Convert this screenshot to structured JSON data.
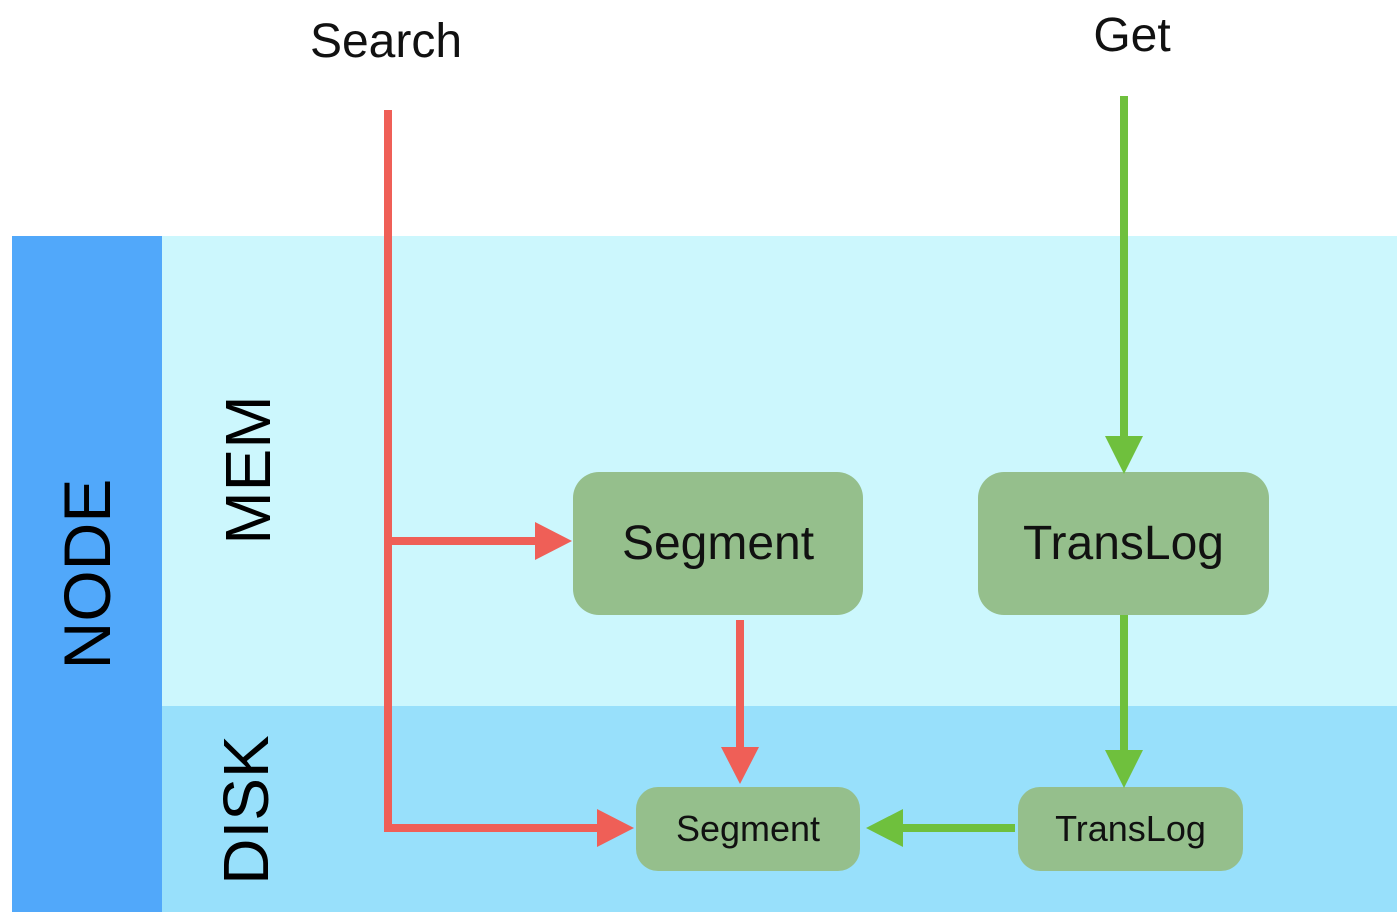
{
  "labels": {
    "node": "NODE",
    "mem": "MEM",
    "disk": "DISK",
    "search": "Search",
    "get": "Get"
  },
  "boxes": {
    "mem_segment": "Segment",
    "mem_translog": "TransLog",
    "disk_segment": "Segment",
    "disk_translog": "TransLog"
  },
  "colors": {
    "search_arrow": "#ef5f57",
    "get_arrow": "#6fc03d",
    "node_band": "#51a8fa",
    "mem_region": "#ccf7fd",
    "disk_region": "#98e0fb",
    "box_fill": "#95bf8c"
  }
}
